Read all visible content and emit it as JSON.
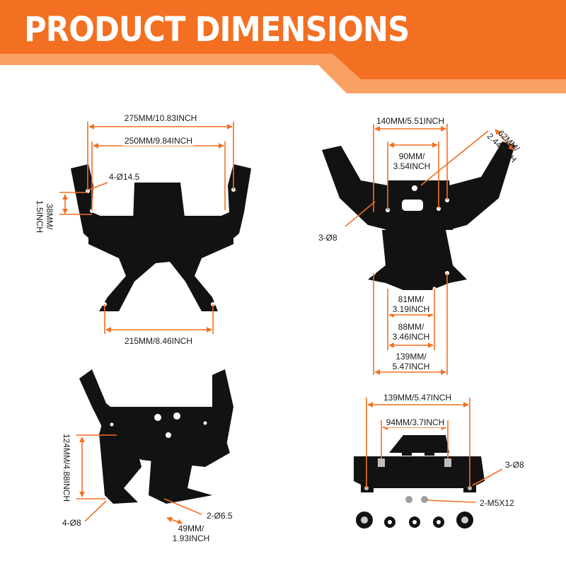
{
  "title": "PRODUCT DIMENSIONS",
  "colors": {
    "accent": "#f36f21",
    "accent_light": "#f9a063",
    "part": "#121212",
    "text": "#1a1a1a"
  },
  "front_view": {
    "overall_width": "275MM/10.83INCH",
    "hole_span": "250MM/9.84INCH",
    "holes": "4-Ø14.5",
    "hole_vertical_1": "38MM/",
    "hole_vertical_2": "1.5INCH",
    "feet_span": "215MM/8.46INCH"
  },
  "top_view": {
    "width": "140MM/5.51INCH",
    "inner_1": "90MM/",
    "inner_2": "3.54INCH",
    "arm_1": "62MM/",
    "arm_2": "2.44INCH",
    "holes": "3-Ø8",
    "lower_1a": "81MM/",
    "lower_1b": "3.19INCH",
    "lower_2a": "88MM/",
    "lower_2b": "3.46INCH",
    "lower_3a": "139MM/",
    "lower_3b": "5.47INCH"
  },
  "side_view": {
    "height_1": "124MM/4.88INCH",
    "holes_a": "4-Ø8",
    "holes_b": "2-Ø6.5",
    "foot_1": "49MM/",
    "foot_2": "1.93INCH"
  },
  "bracket_view": {
    "width": "139MM/5.47INCH",
    "inner": "94MM/3.7INCH",
    "holes": "3-Ø8",
    "screws": "2-M5X12"
  }
}
